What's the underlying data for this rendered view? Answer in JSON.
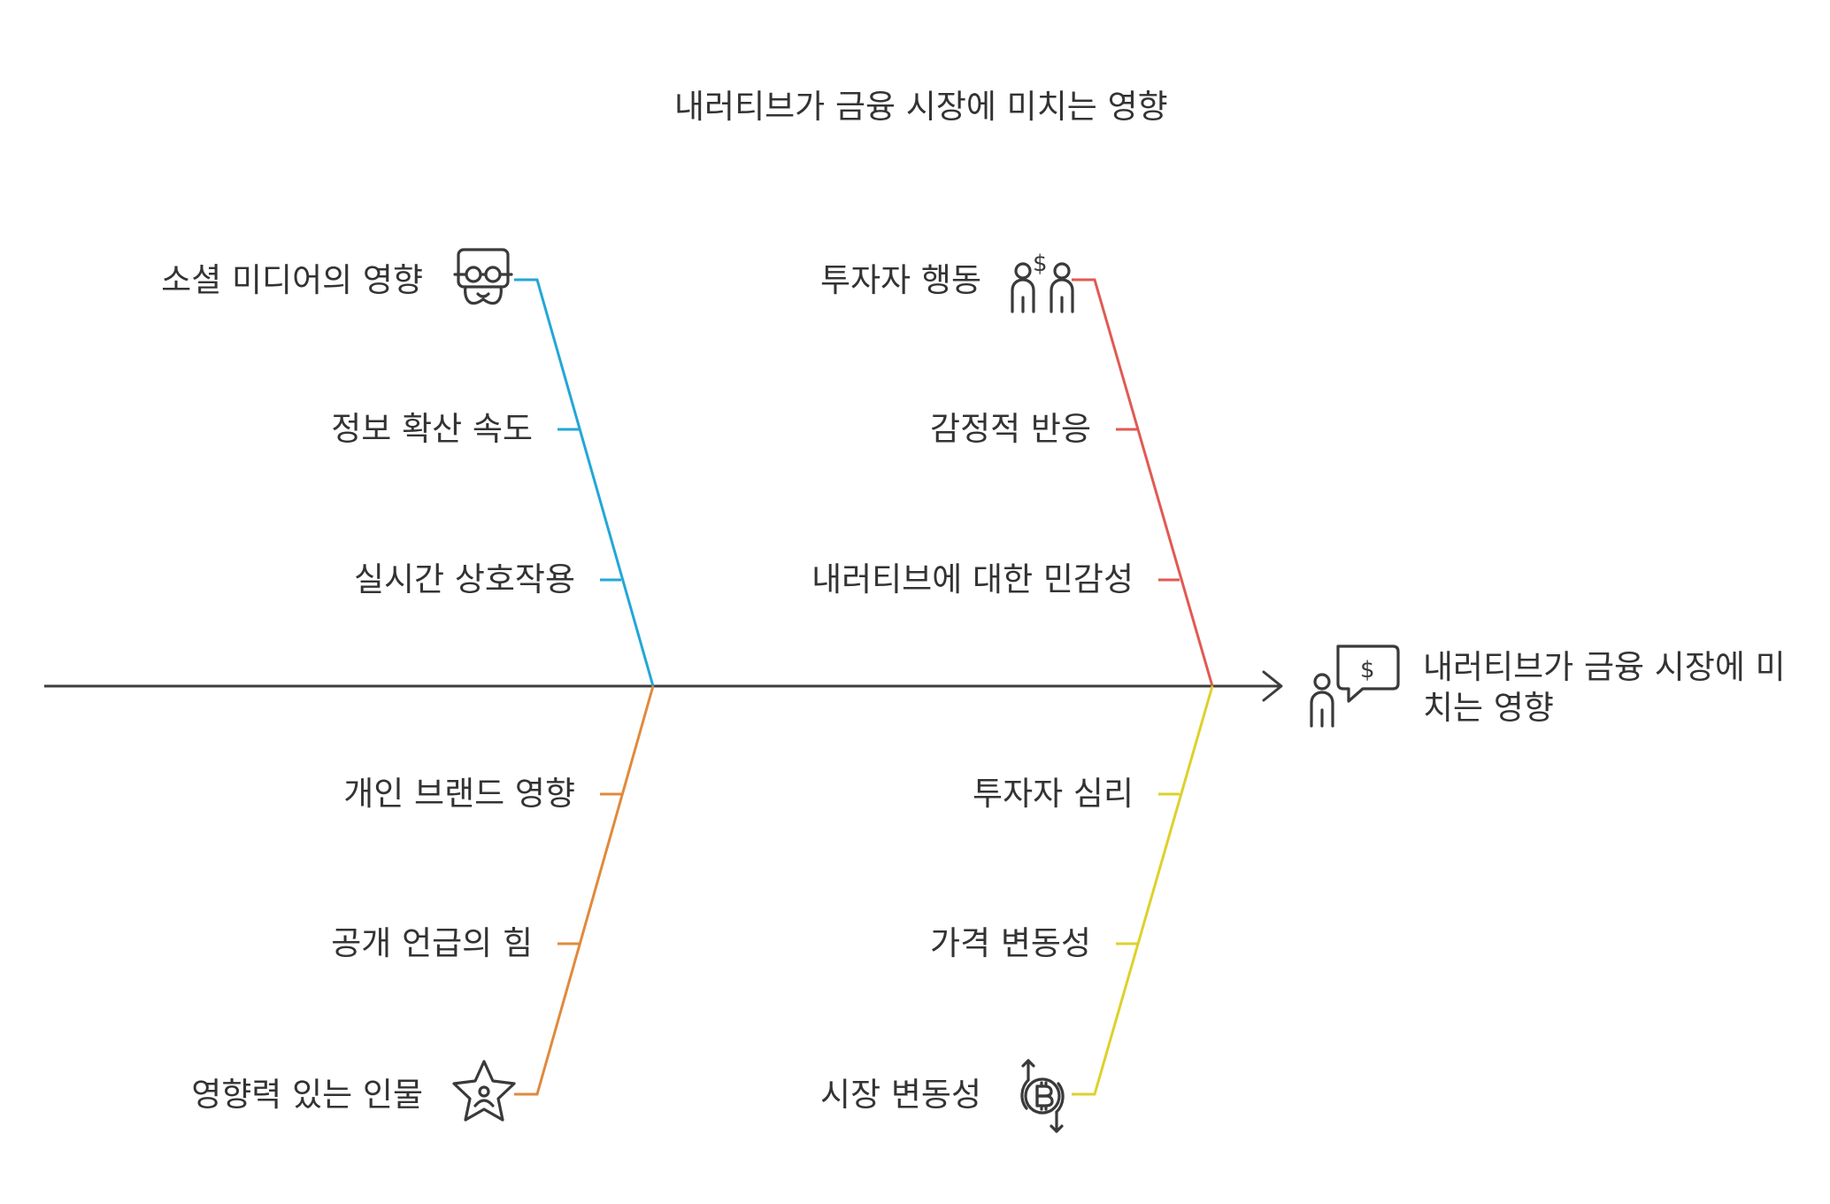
{
  "title": "내러티브가 금융 시장에 미치는 영향",
  "effect": {
    "line1": "내러티브가 금융 시장에 미",
    "line2": "치는 영향",
    "icon": "person-speech-dollar-icon"
  },
  "colors": {
    "spine": "#3d3d3d",
    "blue": "#22a7d6",
    "red": "#e05a52",
    "orange": "#e08a3c",
    "yellow": "#ddd12a"
  },
  "branches": {
    "social_media": {
      "color": "#22a7d6",
      "title": "소셜 미디어의 영향",
      "icon": "glasses-mustache-icon",
      "causes": [
        "정보 확산 속도",
        "실시간 상호작용"
      ]
    },
    "investor_behavior": {
      "color": "#e05a52",
      "title": "투자자 행동",
      "icon": "people-dollar-icon",
      "causes": [
        "감정적 반응",
        "내러티브에 대한 민감성"
      ]
    },
    "influencers": {
      "color": "#e08a3c",
      "title": "영향력 있는 인물",
      "icon": "star-person-icon",
      "causes": [
        "개인 브랜드 영향",
        "공개 언급의 힘"
      ]
    },
    "market_volatility": {
      "color": "#ddd12a",
      "title": "시장 변동성",
      "icon": "bitcoin-arrows-icon",
      "causes": [
        "투자자 심리",
        "가격 변동성"
      ]
    }
  }
}
